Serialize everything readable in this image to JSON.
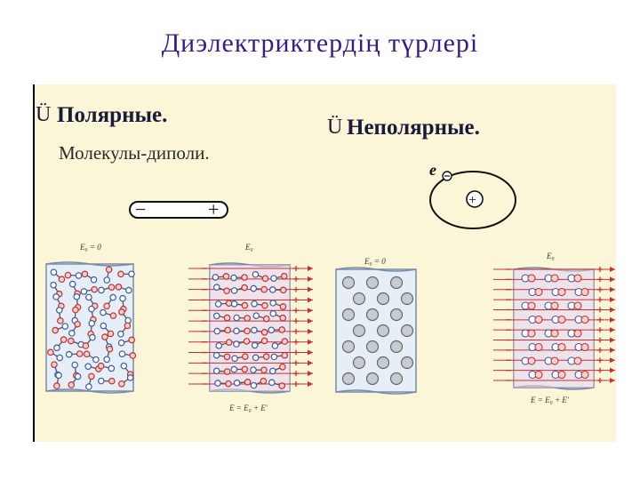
{
  "slide": {
    "title": "Диэлектриктердің  түрлері",
    "bullet_glyph": "Ü",
    "polar": {
      "heading": "Полярные.",
      "sub": "Молекулы-диполи.",
      "dipole_minus": "−",
      "dipole_plus": "+",
      "label_e0_zero": "E₀ = 0",
      "label_e0": "E₀",
      "label_eprime": "E'",
      "label_sum": "E = E₀ + E'"
    },
    "nonpolar": {
      "heading": "Неполярные.",
      "electron_label": "e",
      "nucleus_sign": "+",
      "label_e0_zero": "E₀ = 0",
      "label_e0": "E₀",
      "label_eprime": "E'",
      "label_sum": "E = E₀ + E'"
    }
  }
}
